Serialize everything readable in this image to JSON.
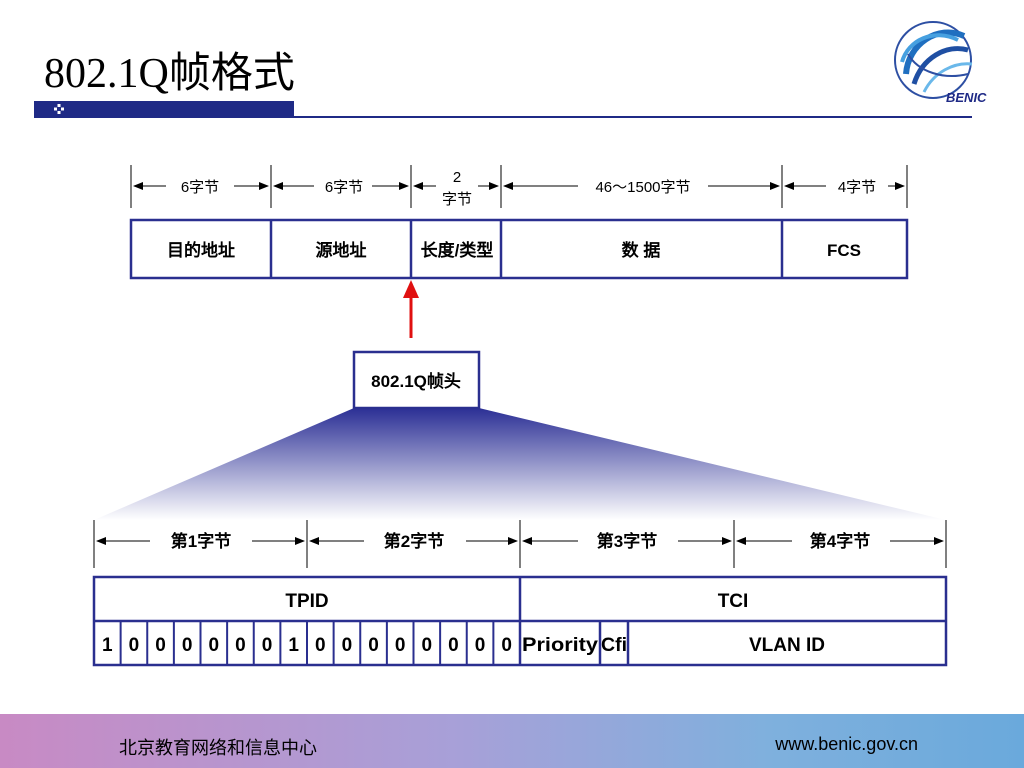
{
  "slide": {
    "title": "802.1Q帧格式",
    "logo_text": "BENIC"
  },
  "frame": {
    "sizes": [
      "6字节",
      "6字节",
      "2",
      "字节",
      "46～1500字节",
      "4字节"
    ],
    "fields": [
      "目的地址",
      "源地址",
      "长度/类型",
      "数 据",
      "FCS"
    ]
  },
  "tag": {
    "label": "802.1Q帧头",
    "bytes": [
      "第1字节",
      "第2字节",
      "第3字节",
      "第4字节"
    ],
    "tpid": "TPID",
    "tci": "TCI",
    "tpid_bits": [
      "1",
      "0",
      "0",
      "0",
      "0",
      "0",
      "0",
      "1",
      "0",
      "0",
      "0",
      "0",
      "0",
      "0",
      "0",
      "0"
    ],
    "priority": "Priority",
    "cfi": "Cfi",
    "vlan_id": "VLAN ID"
  },
  "footer": {
    "left": "北京教育网络和信息中心",
    "right": "www.benic.gov.cn"
  },
  "colors": {
    "navy": "#1f2a86",
    "border": "#2a2f8f",
    "arrow": "#e01010"
  }
}
